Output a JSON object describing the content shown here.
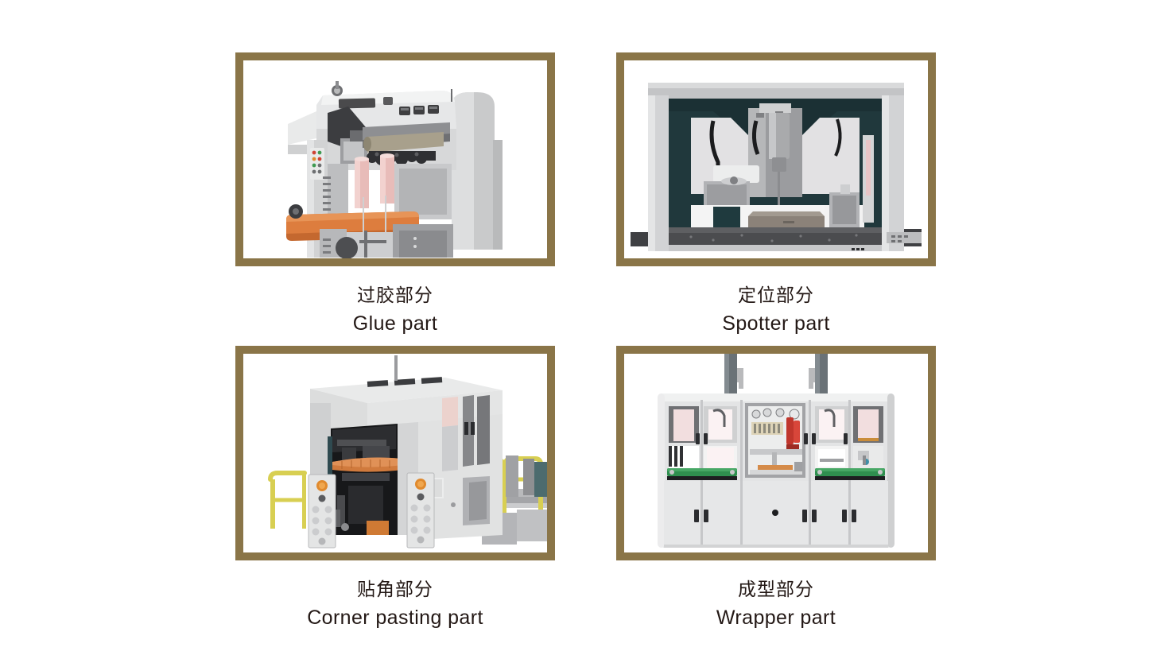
{
  "page": {
    "background_color": "#ffffff",
    "frame_border_color": "#8a7548",
    "text_color": "#231815"
  },
  "cards": [
    {
      "id": "glue",
      "label_cn": "过胶部分",
      "label_en": "Glue part",
      "image_alt": "Industrial gluing machine with orange feed table and pink rollers"
    },
    {
      "id": "spotter",
      "label_cn": "定位部分",
      "label_en": "Spotter part",
      "image_alt": "Gantry spotter machine with dark teal panels and central vertical spindle"
    },
    {
      "id": "corner-pasting",
      "label_cn": "贴角部分",
      "label_en": "Corner pasting part",
      "image_alt": "Corner pasting machine with yellow safety railings and two control panels"
    },
    {
      "id": "wrapper",
      "label_cn": "成型部分",
      "label_en": "Wrapper part",
      "image_alt": "Wrapper forming cabinet with viewing windows and green conveyor belts"
    }
  ]
}
